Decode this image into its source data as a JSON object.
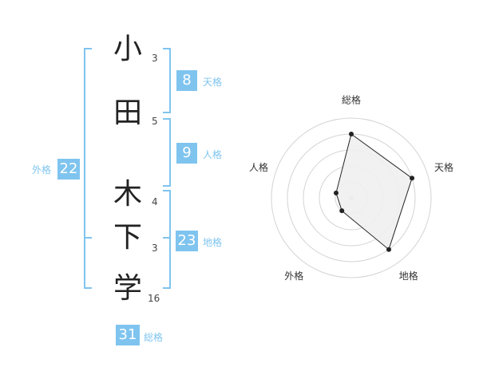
{
  "characters": [
    {
      "char": "小",
      "strokes": "3"
    },
    {
      "char": "田",
      "strokes": "5"
    },
    {
      "char": "木",
      "strokes": "4"
    },
    {
      "char": "下",
      "strokes": "3"
    },
    {
      "char": "学",
      "strokes": "16"
    }
  ],
  "kakusu": {
    "tenkaku": {
      "label": "天格",
      "value": "8"
    },
    "jinkaku": {
      "label": "人格",
      "value": "9"
    },
    "chikaku": {
      "label": "地格",
      "value": "23"
    },
    "gaikaku": {
      "label": "外格",
      "value": "22"
    },
    "soukaku": {
      "label": "総格",
      "value": "31"
    }
  },
  "colors": {
    "accent": "#7fc4ef",
    "radar_fill": "#efefef",
    "radar_line": "#222222"
  },
  "chart_data": {
    "type": "radar",
    "axes": [
      "総格",
      "天格",
      "地格",
      "外格",
      "人格"
    ],
    "values": [
      4,
      4,
      4,
      1,
      1
    ],
    "max": 5,
    "rings": 5
  }
}
